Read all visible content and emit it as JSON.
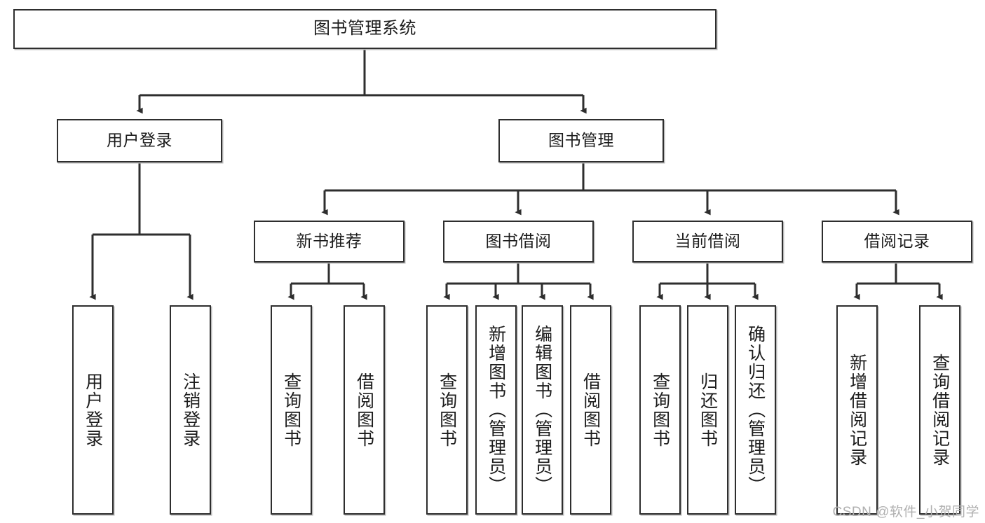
{
  "diagram": {
    "title": "图书管理系统",
    "watermark": "CSDN @软件_小贺同学",
    "line_color": "#2e2e2e",
    "box_border_color": "#2e2e2e",
    "box_fill": "#ffffff",
    "text_color": "#1c1c1c",
    "nodes": {
      "root": {
        "label": "图书管理系统"
      },
      "level2": [
        {
          "label": "用户登录"
        },
        {
          "label": "图书管理"
        }
      ],
      "level3": [
        {
          "label": "新书推荐"
        },
        {
          "label": "图书借阅"
        },
        {
          "label": "当前借阅"
        },
        {
          "label": "借阅记录"
        }
      ],
      "leaves": {
        "user_login": [
          {
            "label": "用户登录"
          },
          {
            "label": "注销登录"
          }
        ],
        "new_book_recommend": [
          {
            "label": "查询图书"
          },
          {
            "label": "借阅图书"
          }
        ],
        "book_borrow": [
          {
            "label": "查询图书"
          },
          {
            "label": "新增图书（管理员）"
          },
          {
            "label": "编辑图书（管理员）"
          },
          {
            "label": "借阅图书"
          }
        ],
        "current_borrow": [
          {
            "label": "查询图书"
          },
          {
            "label": "归还图书"
          },
          {
            "label": "确认归还（管理员）"
          }
        ],
        "borrow_record": [
          {
            "label": "新增借阅记录"
          },
          {
            "label": "查询借阅记录"
          }
        ]
      }
    }
  }
}
